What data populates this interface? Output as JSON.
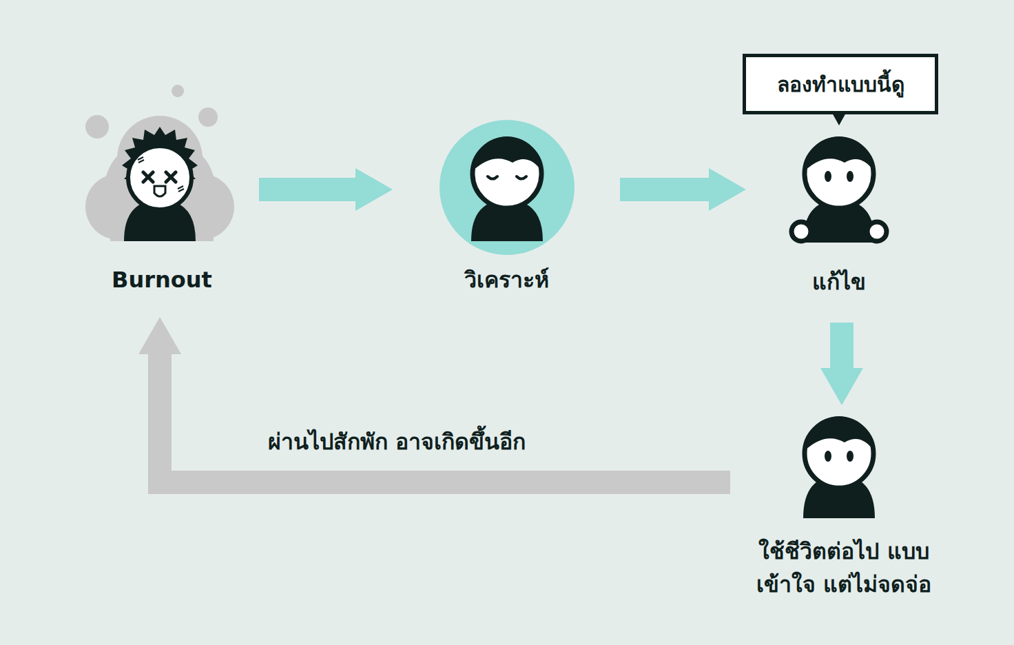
{
  "diagram": {
    "nodes": [
      {
        "text": [
          "Burnout"
        ]
      },
      {
        "text": [
          "วิเคราะห์"
        ]
      },
      {
        "text": [
          "ลองทำแบบนี้ดู"
        ]
      },
      {
        "text": [
          "แก้ไข"
        ]
      },
      {
        "text": [
          "ใช้ชีวิตต่อไป แบบเข้าใจ แต่ไม่จดจ่อ"
        ]
      }
    ],
    "edges": [
      {
        "from": 0,
        "to": 1,
        "arrow": "to"
      },
      {
        "from": 1,
        "to": 3,
        "arrow": "to"
      },
      {
        "from": 3,
        "to": 4,
        "arrow": "to"
      },
      {
        "from": 4,
        "to": 0,
        "label": "ผ่านไปสักพัก อาจเกิดขึ้นอีก",
        "arrow": "to"
      }
    ]
  }
}
